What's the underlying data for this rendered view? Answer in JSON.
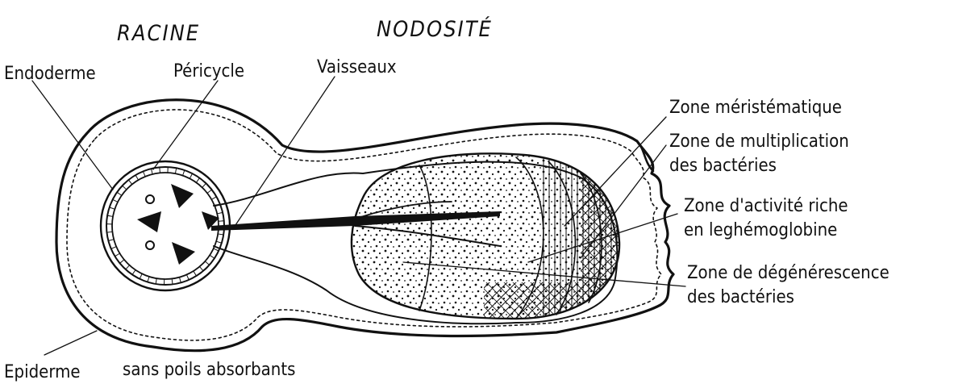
{
  "titles": {
    "racine": "RACINE",
    "nodosite": "NODOSITÉ"
  },
  "labels": {
    "endoderme": "Endoderme",
    "pericycle": "Péricycle",
    "vaisseaux": "Vaisseaux",
    "zone_meristematique": "Zone méristématique",
    "zone_multiplication_1": "Zone de multiplication",
    "zone_multiplication_2": "des bactéries",
    "zone_activite_1": "Zone d'activité riche",
    "zone_activite_2": "en leghémoglobine",
    "zone_degenerescence_1": "Zone de dégénérescence",
    "zone_degenerescence_2": "des bactéries",
    "epiderme": "Epiderme",
    "sans_poils": "sans poils absorbants"
  },
  "colors": {
    "ink": "#111111",
    "paper": "#ffffff"
  }
}
